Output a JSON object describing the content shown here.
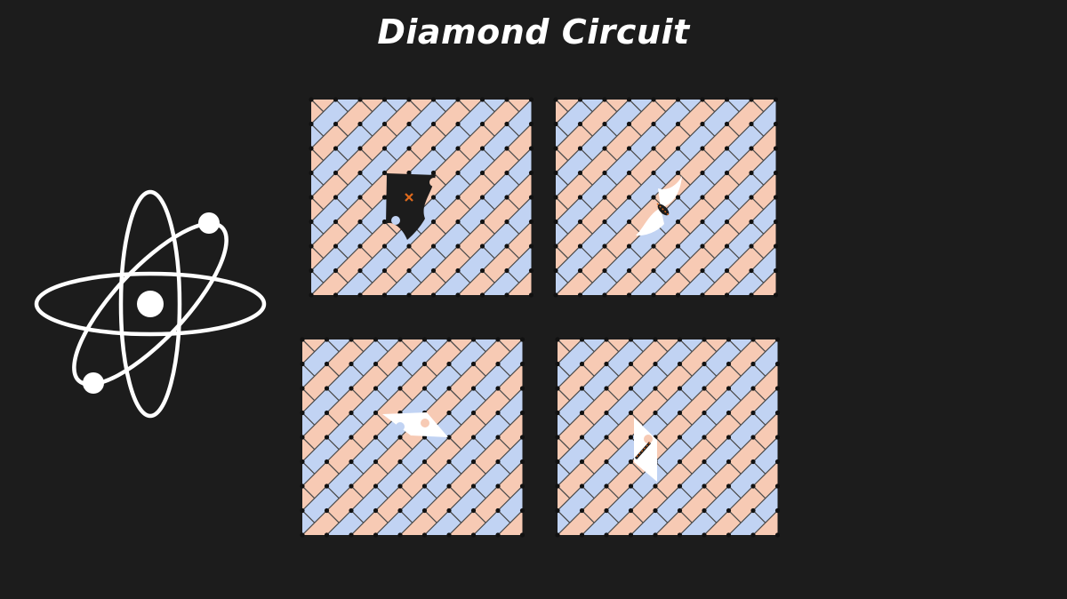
{
  "title": "Diamond Circuit",
  "colors": {
    "background": "#1c1c1c",
    "tile_blue": "#c1d3f3",
    "tile_peach": "#f7cab4",
    "grid_line": "#4a4a4a",
    "node": "#111111",
    "defect_dark": "#1c1c1c",
    "defect_light": "#ffffff",
    "accent_orange": "#e06a1c"
  },
  "icons": {
    "atom": "atom-icon"
  },
  "panels": [
    {
      "id": "panel-1",
      "defect": "dark-hole-with-orange-cross"
    },
    {
      "id": "panel-2",
      "defect": "white-vertical-wedge-with-dark-lens"
    },
    {
      "id": "panel-3",
      "defect": "white-horizontal-triangle"
    },
    {
      "id": "panel-4",
      "defect": "white-vertical-triangle-with-orange-dots"
    }
  ]
}
